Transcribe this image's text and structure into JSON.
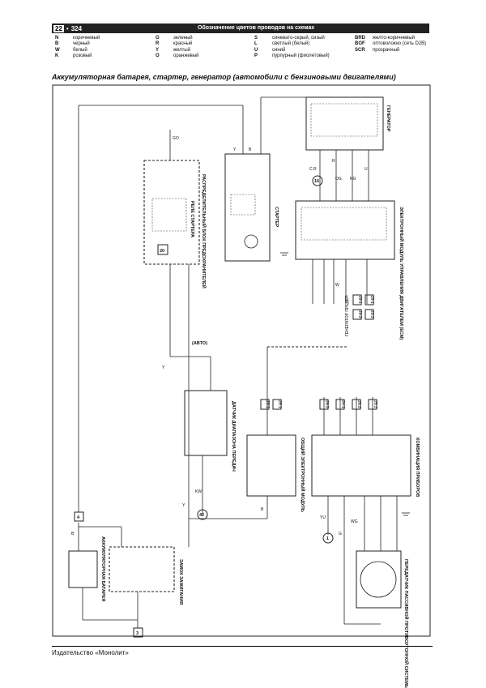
{
  "header": {
    "page_number": "22",
    "page_subnumber": "324",
    "title": "Обозначение цветов проводов на схемах"
  },
  "color_legend": [
    [
      {
        "code": "N",
        "name": "коричневый"
      },
      {
        "code": "B",
        "name": "черный"
      },
      {
        "code": "W",
        "name": "белый"
      },
      {
        "code": "K",
        "name": "розовый"
      }
    ],
    [
      {
        "code": "G",
        "name": "зеленый"
      },
      {
        "code": "R",
        "name": "красный"
      },
      {
        "code": "Y",
        "name": "желтый"
      },
      {
        "code": "O",
        "name": "оранжевый"
      }
    ],
    [
      {
        "code": "S",
        "name": "синевато-серый, сизый"
      },
      {
        "code": "L",
        "name": "светлый (белый)"
      },
      {
        "code": "U",
        "name": "синий"
      },
      {
        "code": "P",
        "name": "пурпурный (фиолетовый)"
      }
    ],
    [
      {
        "code": "BRD",
        "name": "желто-коричневый"
      },
      {
        "code": "BOF",
        "name": "оптоволокно (сеть D2B)"
      },
      {
        "code": "SCR",
        "name": "прозрачный"
      }
    ]
  ],
  "diagram": {
    "title": "Аккумуляторная батарея, стартер, генератор (автомобили с бензиновыми двигателями)",
    "components": {
      "generator": "ГЕНЕРАТОР",
      "starter": "СТАРТЕР",
      "ecm": "ЭЛЕКТРОННЫЙ МОДУЛЬ УПРАВЛЕНИЯ ДВИГАТЕЛЕМ (ECM)",
      "fuse_box": "РАСПРЕДЕЛИТЕЛЬНЫЙ БЛОК ПРЕДОХРАНИТЕЛЕЙ",
      "starter_relay": "РЕЛЕ СТАРТЕРА",
      "range_sensor": "ДАТЧИК ДИАПАЗОНА ПЕРЕДАЧ",
      "gem": "ОБЩИЙ ЭЛЕКТРОННЫЙ МОДУЛЬ",
      "cluster": "КОМБИНАЦИЯ ПРИБОРОВ",
      "battery": "АККУМУЛЯТОРНАЯ БАТАРЕЯ",
      "ignition": "ЗАМОК ЗАЖИГАНИЯ",
      "antitheft": "ПЕРЕДАТЧИК ПАССИВНОЙ ПРОТИВОУГОННОЙ СИСТЕМЫ",
      "auto_note": "(АВТО)",
      "gen_note": "ГЕНЕРАТОР ПРЕДЕР."
    },
    "wire_labels": [
      "Y",
      "B",
      "GO",
      "R",
      "U",
      "OG",
      "RG",
      "C.R",
      "W",
      "YU",
      "WG",
      "G",
      "B",
      "Y",
      "KW",
      "Y",
      "B"
    ],
    "connectors": [
      "20",
      "16",
      "29.1",
      "29.1",
      "29.2",
      "29.2",
      "29.1",
      "28.1",
      "28.2",
      "24.1",
      "26.2",
      "28.2",
      "28.3",
      "42",
      "4",
      "3",
      "1"
    ]
  },
  "footer": {
    "publisher": "Издательство «Монолит»"
  }
}
